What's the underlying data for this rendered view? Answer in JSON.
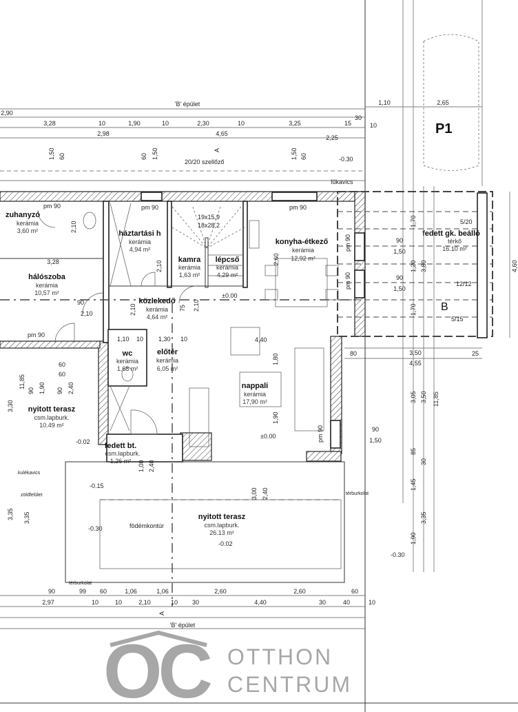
{
  "plan": {
    "building_top": "'B' épület",
    "building_bottom": "'B' épület",
    "vent": "20/20 szellőző",
    "section_mark": "A",
    "section_mark_b": "B",
    "parking": "P1",
    "notes": {
      "border_top": "fűkavics",
      "border_left": "kulékavics",
      "border_left2": "zöldfelület",
      "border_bottom": "térburkolat",
      "border_right": "térburkolat",
      "slab": "födémkontúr",
      "stair_spec1": "19x15,9",
      "stair_spec2": "18x28,2",
      "post1": "5/20",
      "post2": "12/12",
      "post3": "5/15"
    },
    "levels": [
      "-0.30",
      "±0.00",
      "±0.00",
      "-0.02",
      "-0.15",
      "-0.30",
      "-0.02",
      "-0.30",
      "-0.30"
    ],
    "doors": [
      "pm 90",
      "pm 90",
      "pm 90",
      "pm 90",
      "pm 90",
      "pm 90",
      "pm 90"
    ]
  },
  "rooms": [
    {
      "name": "zuhanyzó",
      "floor": "kerámia",
      "area": "3,60 m²"
    },
    {
      "name": "háztartási h",
      "floor": "kerámia",
      "area": "4,94 m²"
    },
    {
      "name": "kamra",
      "floor": "kerámia",
      "area": "1,63 m²"
    },
    {
      "name": "lépcső",
      "floor": "kerámia",
      "area": "4,29 m²"
    },
    {
      "name": "konyha-étkező",
      "floor": "kerámia",
      "area": "12,92 m²"
    },
    {
      "name": "hálószoba",
      "floor": "kerámia",
      "area": "10,57 m²"
    },
    {
      "name": "közlekedő",
      "floor": "kerámia",
      "area": "4,64 m²"
    },
    {
      "name": "wc",
      "floor": "kerámia",
      "area": "1,68 m²"
    },
    {
      "name": "előtér",
      "floor": "kerámia",
      "area": "6,05 m²"
    },
    {
      "name": "nappali",
      "floor": "kerámia",
      "area": "17,90 m²"
    },
    {
      "name": "nyitott terasz",
      "floor": "csm.lapburk.",
      "area": "10.49 m²"
    },
    {
      "name": "fedett bt.",
      "floor": "csm.lapburk.",
      "area": "1,26 m²"
    },
    {
      "name": "nyitott terasz",
      "floor": "csm.lapburk.",
      "area": "26.13 m²"
    },
    {
      "name": "fedett gk. beálló",
      "floor": "térkő",
      "area": "16.10 m²"
    }
  ],
  "dims_top": [
    "2,90",
    "3,28",
    "10",
    "1,90",
    "10",
    "2,30",
    "10",
    "3,25",
    "15",
    "10",
    "30",
    "2,98",
    "4,65",
    "2,25",
    "1,10",
    "2,65"
  ],
  "dims_bottom": [
    "90",
    "99",
    "60",
    "1,06",
    "1,06",
    "2,60",
    "2,60",
    "60",
    "2,97",
    "10",
    "10",
    "2,10",
    "10",
    "30",
    "4,40",
    "30",
    "40",
    "10"
  ],
  "dims_right": [
    "1,70",
    "1,20",
    "3,80",
    "1,70",
    "4,60",
    "3,50",
    "4,55",
    "3,05",
    "3,50",
    "11,85",
    "85",
    "30",
    "1,45",
    "3,35",
    "1,90",
    "3,35",
    "90",
    "1,50",
    "90",
    "1,50",
    "90",
    "1,50",
    "25"
  ],
  "dims_inner": [
    "1,50",
    "60",
    "60",
    "1,50",
    "1,50",
    "60",
    "2,10",
    "3,28",
    "2,10",
    "2,10",
    "75",
    "2,10",
    "90",
    "2,10",
    "1,10",
    "10",
    "1,30",
    "10",
    "4,40",
    "1,80",
    "1,90",
    "3,00",
    "2,40",
    "1,00",
    "2,40",
    "2,60",
    "11,85",
    "3,30",
    "3,35",
    "60",
    "60",
    "90",
    "1,90",
    "90",
    "2,40",
    "80"
  ],
  "watermark": {
    "logo": "OC",
    "line1": "OTTHON",
    "line2": "CENTRUM"
  }
}
